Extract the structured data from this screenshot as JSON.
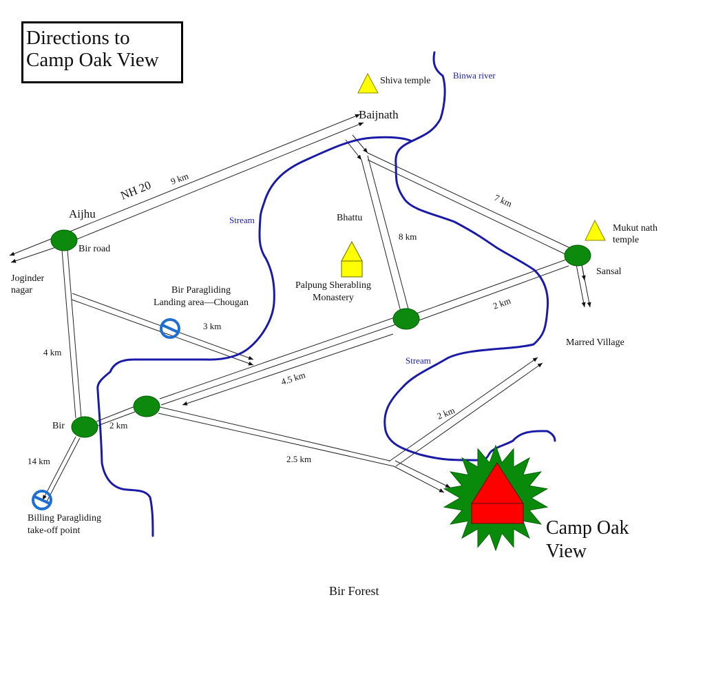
{
  "title": {
    "line1": "Directions to",
    "line2": "Camp Oak View"
  },
  "colors": {
    "river": "#1a1aa6",
    "junction": "#0d8a0d",
    "temple": "#ffff00",
    "camp_star": "#0a8a0a",
    "camp_house": "#ff0000",
    "paragliding": "#1f6fd1"
  },
  "places": {
    "baijnath": "Baijnath",
    "aijhu": "Aijhu",
    "bir_road": "Bir road",
    "joginder_1": "Joginder",
    "joginder_2": "nagar",
    "bhattu": "Bhattu",
    "sansal": "Sansal",
    "marred_village": "Marred Village",
    "bir": "Bir",
    "bir_forest": "Bir Forest"
  },
  "landmarks": {
    "shiva_temple": "Shiva temple",
    "mukut_1": "Mukut nath",
    "mukut_2": "temple",
    "monastery_1": "Palpung Sherabling",
    "monastery_2": "Monastery",
    "landing_1": "Bir Paragliding",
    "landing_2": "Landing area—Chougan",
    "billing_1": "Billing Paragliding",
    "billing_2": "take-off point",
    "camp_1": "Camp Oak",
    "camp_2": "View"
  },
  "roads": {
    "nh20": "NH 20",
    "aijhu_baijnath": "9 km",
    "baijnath_sansal": "7 km",
    "baijnath_junction": "8 km",
    "sansal_junction": "2 km",
    "landing": "3 km",
    "aijhu_bir": "4 km",
    "bir_junction": "2 km",
    "junction_link": "4.5 km",
    "to_camp": "2.5 km",
    "camp_marred": "2 km",
    "bir_billing": "14 km"
  },
  "water": {
    "binwa": "Binwa river",
    "stream_1": "Stream",
    "stream_2": "Stream"
  }
}
